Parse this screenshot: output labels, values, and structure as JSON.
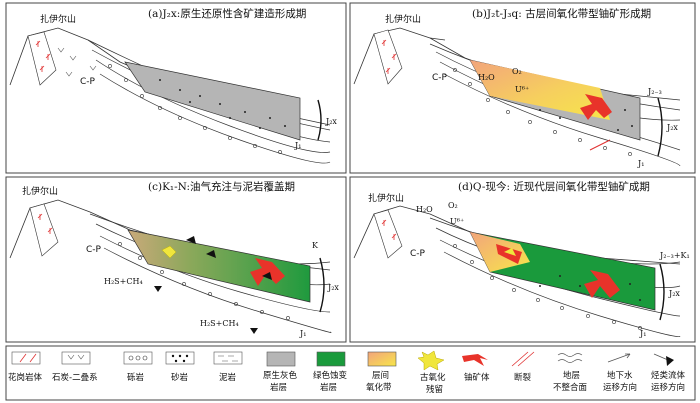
{
  "panels": [
    {
      "id": "a",
      "title": "(a)J₂x:原生还原性含矿建造形成期",
      "mountain": "扎伊尔山",
      "cp": "C-P",
      "strata": [
        "J₂x",
        "J₁"
      ]
    },
    {
      "id": "b",
      "title": "(b)J₂t-J₃q: 古层间氧化带型铀矿形成期",
      "mountain": "扎伊尔山",
      "cp": "C-P",
      "strata": [
        "J₂₋₃",
        "J₂x",
        "J₁"
      ],
      "chem": [
        "H₂O",
        "O₂",
        "U⁶⁺"
      ]
    },
    {
      "id": "c",
      "title": "(c)K₁-N:油气充注与泥岩覆盖期",
      "mountain": "扎伊尔山",
      "cp": "C-P",
      "strata": [
        "K",
        "J₂x",
        "J₁"
      ],
      "chem": [
        "H₂S+CH₄",
        "H₂S+CH₄"
      ]
    },
    {
      "id": "d",
      "title": "(d)Q-现今: 近现代层间氧化带型铀矿成期",
      "mountain": "扎伊尔山",
      "cp": "C-P",
      "strata": [
        "J₂₋₃+K₁",
        "J₂x",
        "J₁"
      ],
      "chem": [
        "H₂O",
        "O₂",
        "U⁶⁺"
      ]
    }
  ],
  "legend": [
    {
      "key": "granite",
      "label": "花岗岩体"
    },
    {
      "key": "carb_perm",
      "label": "石炭-二叠系"
    },
    {
      "key": "conglomerate",
      "label": "砾岩"
    },
    {
      "key": "sandstone",
      "label": "砂岩"
    },
    {
      "key": "mudstone",
      "label": "泥岩"
    },
    {
      "key": "grey",
      "label": "原生灰色",
      "label2": "岩层"
    },
    {
      "key": "green",
      "label": "绿色蚀变",
      "label2": "岩层"
    },
    {
      "key": "oxid",
      "label": "层间",
      "label2": "氧化带"
    },
    {
      "key": "residue",
      "label": "古氧化",
      "label2": "残留"
    },
    {
      "key": "ore",
      "label": "铀矿体"
    },
    {
      "key": "fault",
      "label": "断裂"
    },
    {
      "key": "unconf",
      "label": "地层",
      "label2": "不整合面"
    },
    {
      "key": "groundwater",
      "label": "地下水",
      "label2": "运移方向"
    },
    {
      "key": "hydrocarbon",
      "label": "烃类流体",
      "label2": "运移方向"
    }
  ],
  "colors": {
    "grey": "#b5b5b5",
    "green": "#1a9a3c",
    "oxid_top": "#f0a07a",
    "oxid_bot": "#f4e04a",
    "ore": "#e8332a",
    "residue": "#f0e63c"
  }
}
